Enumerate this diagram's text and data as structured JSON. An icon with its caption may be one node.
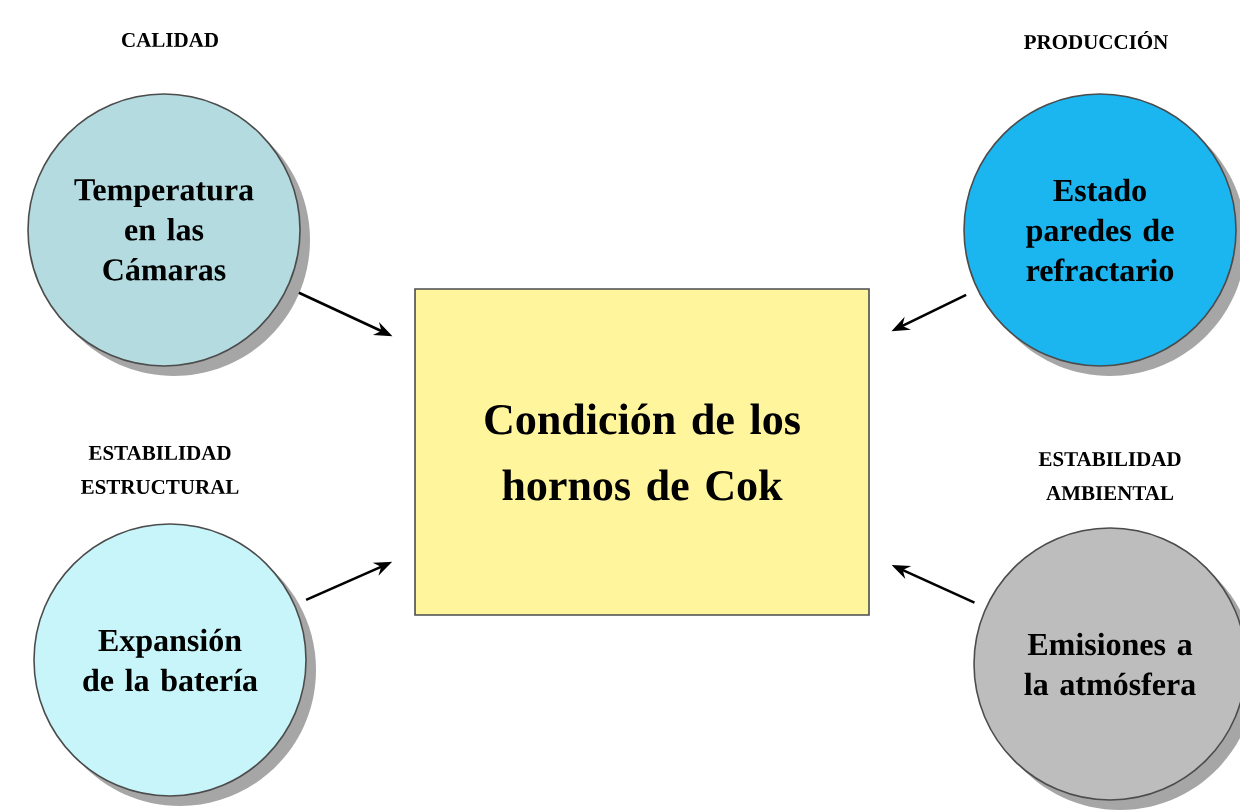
{
  "diagram": {
    "nodes": [
      {
        "text": [
          "CALIDAD",
          "Temperatura en las Cámaras"
        ]
      },
      {
        "text": [
          "PRODUCCIÓN",
          "Estado paredes de refractario"
        ]
      },
      {
        "text": [
          "Condición de los hornos de Cok"
        ]
      },
      {
        "text": [
          "ESTABILIDAD ESTRUCTURAL",
          "Expansión de la batería"
        ]
      },
      {
        "text": [
          "ESTABILIDAD AMBIENTAL",
          "Emisiones a la atmósfera"
        ]
      }
    ],
    "edges": [
      {
        "from": 0,
        "to": 2,
        "arrow": "to"
      },
      {
        "from": 1,
        "to": 2,
        "arrow": "to"
      },
      {
        "from": 3,
        "to": 2,
        "arrow": "to"
      },
      {
        "from": 4,
        "to": 2,
        "arrow": "to"
      }
    ]
  }
}
